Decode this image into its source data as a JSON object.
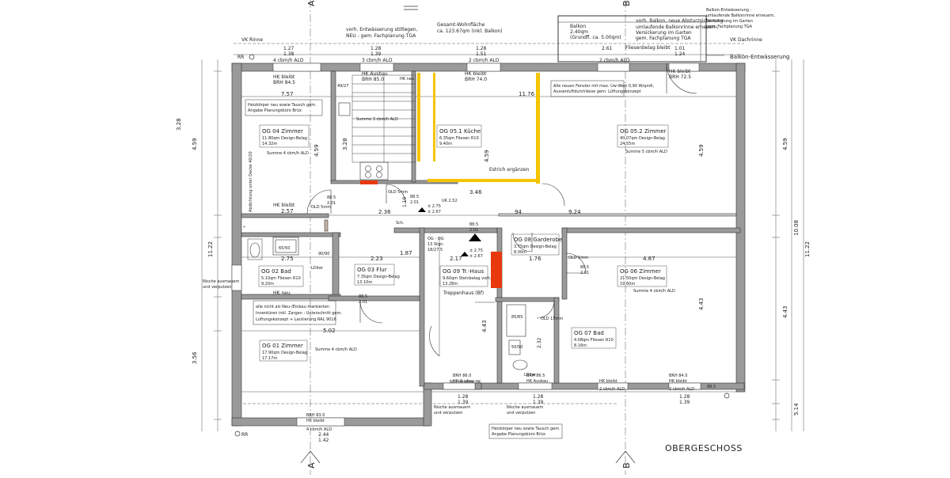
{
  "sheet_title": "OBERGESCHOSS",
  "section_marks": [
    "A",
    "A",
    "B",
    "B"
  ],
  "rooms": [
    {
      "id": "OG 04 Zimmer",
      "lines": [
        "11.80qm  Design-Belag",
        "14.32m"
      ],
      "vent": "Summe 4 cbm/h ALD"
    },
    {
      "id": "OG 05.1 Küche",
      "lines": [
        "6.35qm  Fliesen R10",
        "9.40m"
      ],
      "vent": "Summe 3 cbm/h ALD"
    },
    {
      "id": "OG 05.2 Zimmer",
      "lines": [
        "40.07qm  Design-Belag",
        "24.55m"
      ],
      "vent": "Summe 5 cbm/h ALD"
    },
    {
      "id": "OG 08 Garderobe",
      "lines": [
        "3.75qm  Design-Belag",
        "8.00m"
      ],
      "vent": ""
    },
    {
      "id": "OG 02 Bad",
      "lines": [
        "5.10qm  Fliesen R10",
        "9.20m"
      ],
      "vent": ""
    },
    {
      "id": "OG 03 Flur",
      "lines": [
        "7.35qm  Design-Belag",
        "13.10m"
      ],
      "vent": ""
    },
    {
      "id": "OG 09 Tr.-Haus",
      "lines": [
        "9.60qm  Steinbelag vorh.",
        "13.28m"
      ],
      "vent": ""
    },
    {
      "id": "OG 06 Zimmer",
      "lines": [
        "21.50qm  Design-Belag",
        "19.60m"
      ],
      "vent": "Summe 4 cbm/h ALD"
    },
    {
      "id": "OG 01 Zimmer",
      "lines": [
        "17.90qm  Design-Belag",
        "17.17m"
      ],
      "vent": "Summe 4 cbm/h ALD"
    },
    {
      "id": "OG 07 Bad",
      "lines": [
        "4.08qm  Fliesen R10",
        "8.16m"
      ],
      "vent": ""
    }
  ],
  "notes": {
    "gesamt": [
      "Gesamt-Wohnfläche",
      "ca. 123.67qm (inkl. Balkon)"
    ],
    "entwaesserung": [
      "vorh. Entwässerung stilllegen,",
      "NEU - gem. Fachplanung TGA"
    ],
    "balkon": [
      "Balkon",
      "2.40qm",
      "(Grundfl. ca. 5.00qm)"
    ],
    "balkon_abstur": [
      "vorh. Balkon, neue Absturzsicherung",
      "umlaufende Balkonrinne erneuern,",
      "Versickerung im Garten",
      "gem. Fachplanung TGA"
    ],
    "balkon_entw_top": [
      "Balkon-Entwässerung :",
      "umlaufende Balkonrinne erneuern,",
      "Versickerung im Garten",
      "gem. Fachplanung TGA"
    ],
    "vk_rinne": "VK Rinne",
    "vk_dachrinne": "VK Dachrinne",
    "balkon_entw": "Balkon-Entwässerung",
    "heiz_top": [
      "Heizkörper neu sowie Tausch gem.",
      "Angabe Planungsbüro Brüx"
    ],
    "fenster": [
      "Alle neuen Fenster mit max. Uw-Wert 0,90 W/qmK,",
      "Aussenluftdurchlässe gem. Lüftungskonzept"
    ],
    "estrich": "Estrich ergänzen",
    "neu_einbau": [
      "alle nicht als Neu-/Einbau markierten",
      "Innentüren inkl. Zargen : Unterschnitt gem.",
      "Lüftungskonzept + Lackierung RAL 9016"
    ],
    "nische_left": [
      "Nische ausmauern",
      "und verputzen"
    ],
    "nische_bot1": [
      "Nische ausmauern",
      "und verputzen"
    ],
    "nische_bot2": [
      "Nische ausmauern",
      "und verputzen"
    ],
    "nische_ohne": "Nische ohne HK",
    "heiz_bottom": [
      "Heizkörper neu sowie Tausch gem.",
      "Angabe Planungsbüro Brüx"
    ],
    "abdichtung": "Abdichtung unter Decke 40/20",
    "treppe": "Treppenhaus (Bf)",
    "og_og": [
      "OG - OG",
      "13 Stgn.",
      "18/27.5"
    ]
  },
  "labels": {
    "hk_bleibt": "HK bleibt",
    "hk_ausbau": "HK Ausbau",
    "hk_neu": "HK neu",
    "brh845": "BRH 84.5",
    "brh850": "BRH 85.0",
    "brh740": "BRH 74.0",
    "brh725": "BRH 72.5",
    "brh860": "BRH 86.0",
    "brh865": "BRH 86.5",
    "brh840": "BRH 84.0",
    "brh830": "BRH 83.0",
    "cbm4": "4 cbm/h ALD",
    "cbm3": "3 cbm/h ALD",
    "cbm2": "2 cbm/h ALD",
    "fliesenbelag": "Fliesenbelag bleibt",
    "oldsmm": "OLD 5mm",
    "oldtoom": "OLD 15mm",
    "lditer": "LDiter",
    "lditer2": "LDiter",
    "sch": "Sch.",
    "uk": "UK 2.52",
    "rr": "RR",
    "m6550": "65/50",
    "m9090": "90/90",
    "m8585": "85/85",
    "m5050": "50/50",
    "m4927": "49/27",
    "elev1": "± 2.75",
    "elev1b": "± 2.67",
    "elev2": "± 2.75",
    "elev2b": "± 2.67"
  },
  "dims": {
    "d757": "7.57",
    "d1176": "11.76",
    "d257": "2.57",
    "d236": "2.36",
    "d346": "3.46",
    "d94": "94",
    "d924": "9.24",
    "d275": "2.75",
    "d223": "2.23",
    "d187": "1.87",
    "d217": "2.17",
    "d176": "1.76",
    "d487": "4.87",
    "d502": "5.02",
    "d128a": "1.28",
    "d139a": "1.39",
    "d128b": "1.28",
    "d139b": "1.39",
    "d128c": "1.28",
    "d139c": "1.39",
    "d244": "2.44",
    "d142": "1.42",
    "v459a": "4.59",
    "v459b": "4.59",
    "v328": "3.28",
    "v459c": "4.59",
    "v443a": "4.43",
    "v443b": "4.43",
    "v1122a": "11.22",
    "v1122b": "11.22",
    "v1008": "10.08",
    "v356": "3.56",
    "v514": "5.14",
    "v232": "2.32",
    "v119": "1.19",
    "t127": "1.27",
    "t138": "1.38",
    "t128": "1.28",
    "t139": "1.39",
    "t128b": "1.28",
    "t151": "1.51",
    "t261": "2.61",
    "t101": "1.01",
    "t124": "1.24",
    "d885": "88.5",
    "d201": "2.01"
  }
}
